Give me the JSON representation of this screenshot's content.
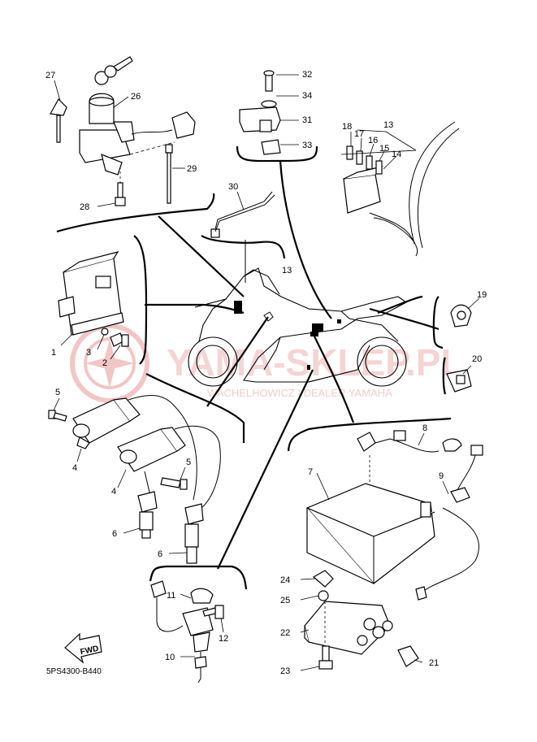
{
  "diagram_code": "5PS4300-B440",
  "watermark": {
    "brand": "YAMA-SKLEP.PL",
    "tagline": "WACHELHOWICZ | DEALER YAMAHA"
  },
  "fwd_label": "FWD",
  "callouts": {
    "c1": "1",
    "c2": "2",
    "c3": "3",
    "c4a": "4",
    "c4b": "4",
    "c5a": "5",
    "c5b": "5",
    "c6a": "6",
    "c6b": "6",
    "c7": "7",
    "c8": "8",
    "c9": "9",
    "c10": "10",
    "c11": "11",
    "c12": "12",
    "c13a": "13",
    "c13b": "13",
    "c14": "14",
    "c15": "15",
    "c16": "16",
    "c17": "17",
    "c18": "18",
    "c19": "19",
    "c20": "20",
    "c21": "21",
    "c22": "22",
    "c23": "23",
    "c24": "24",
    "c25": "25",
    "c26": "26",
    "c27": "27",
    "c28": "28",
    "c29": "29",
    "c30": "30",
    "c31": "31",
    "c32": "32",
    "c33": "33",
    "c34": "34"
  },
  "colors": {
    "line": "#000000",
    "watermark": "#f2c6c6",
    "background": "#ffffff"
  }
}
